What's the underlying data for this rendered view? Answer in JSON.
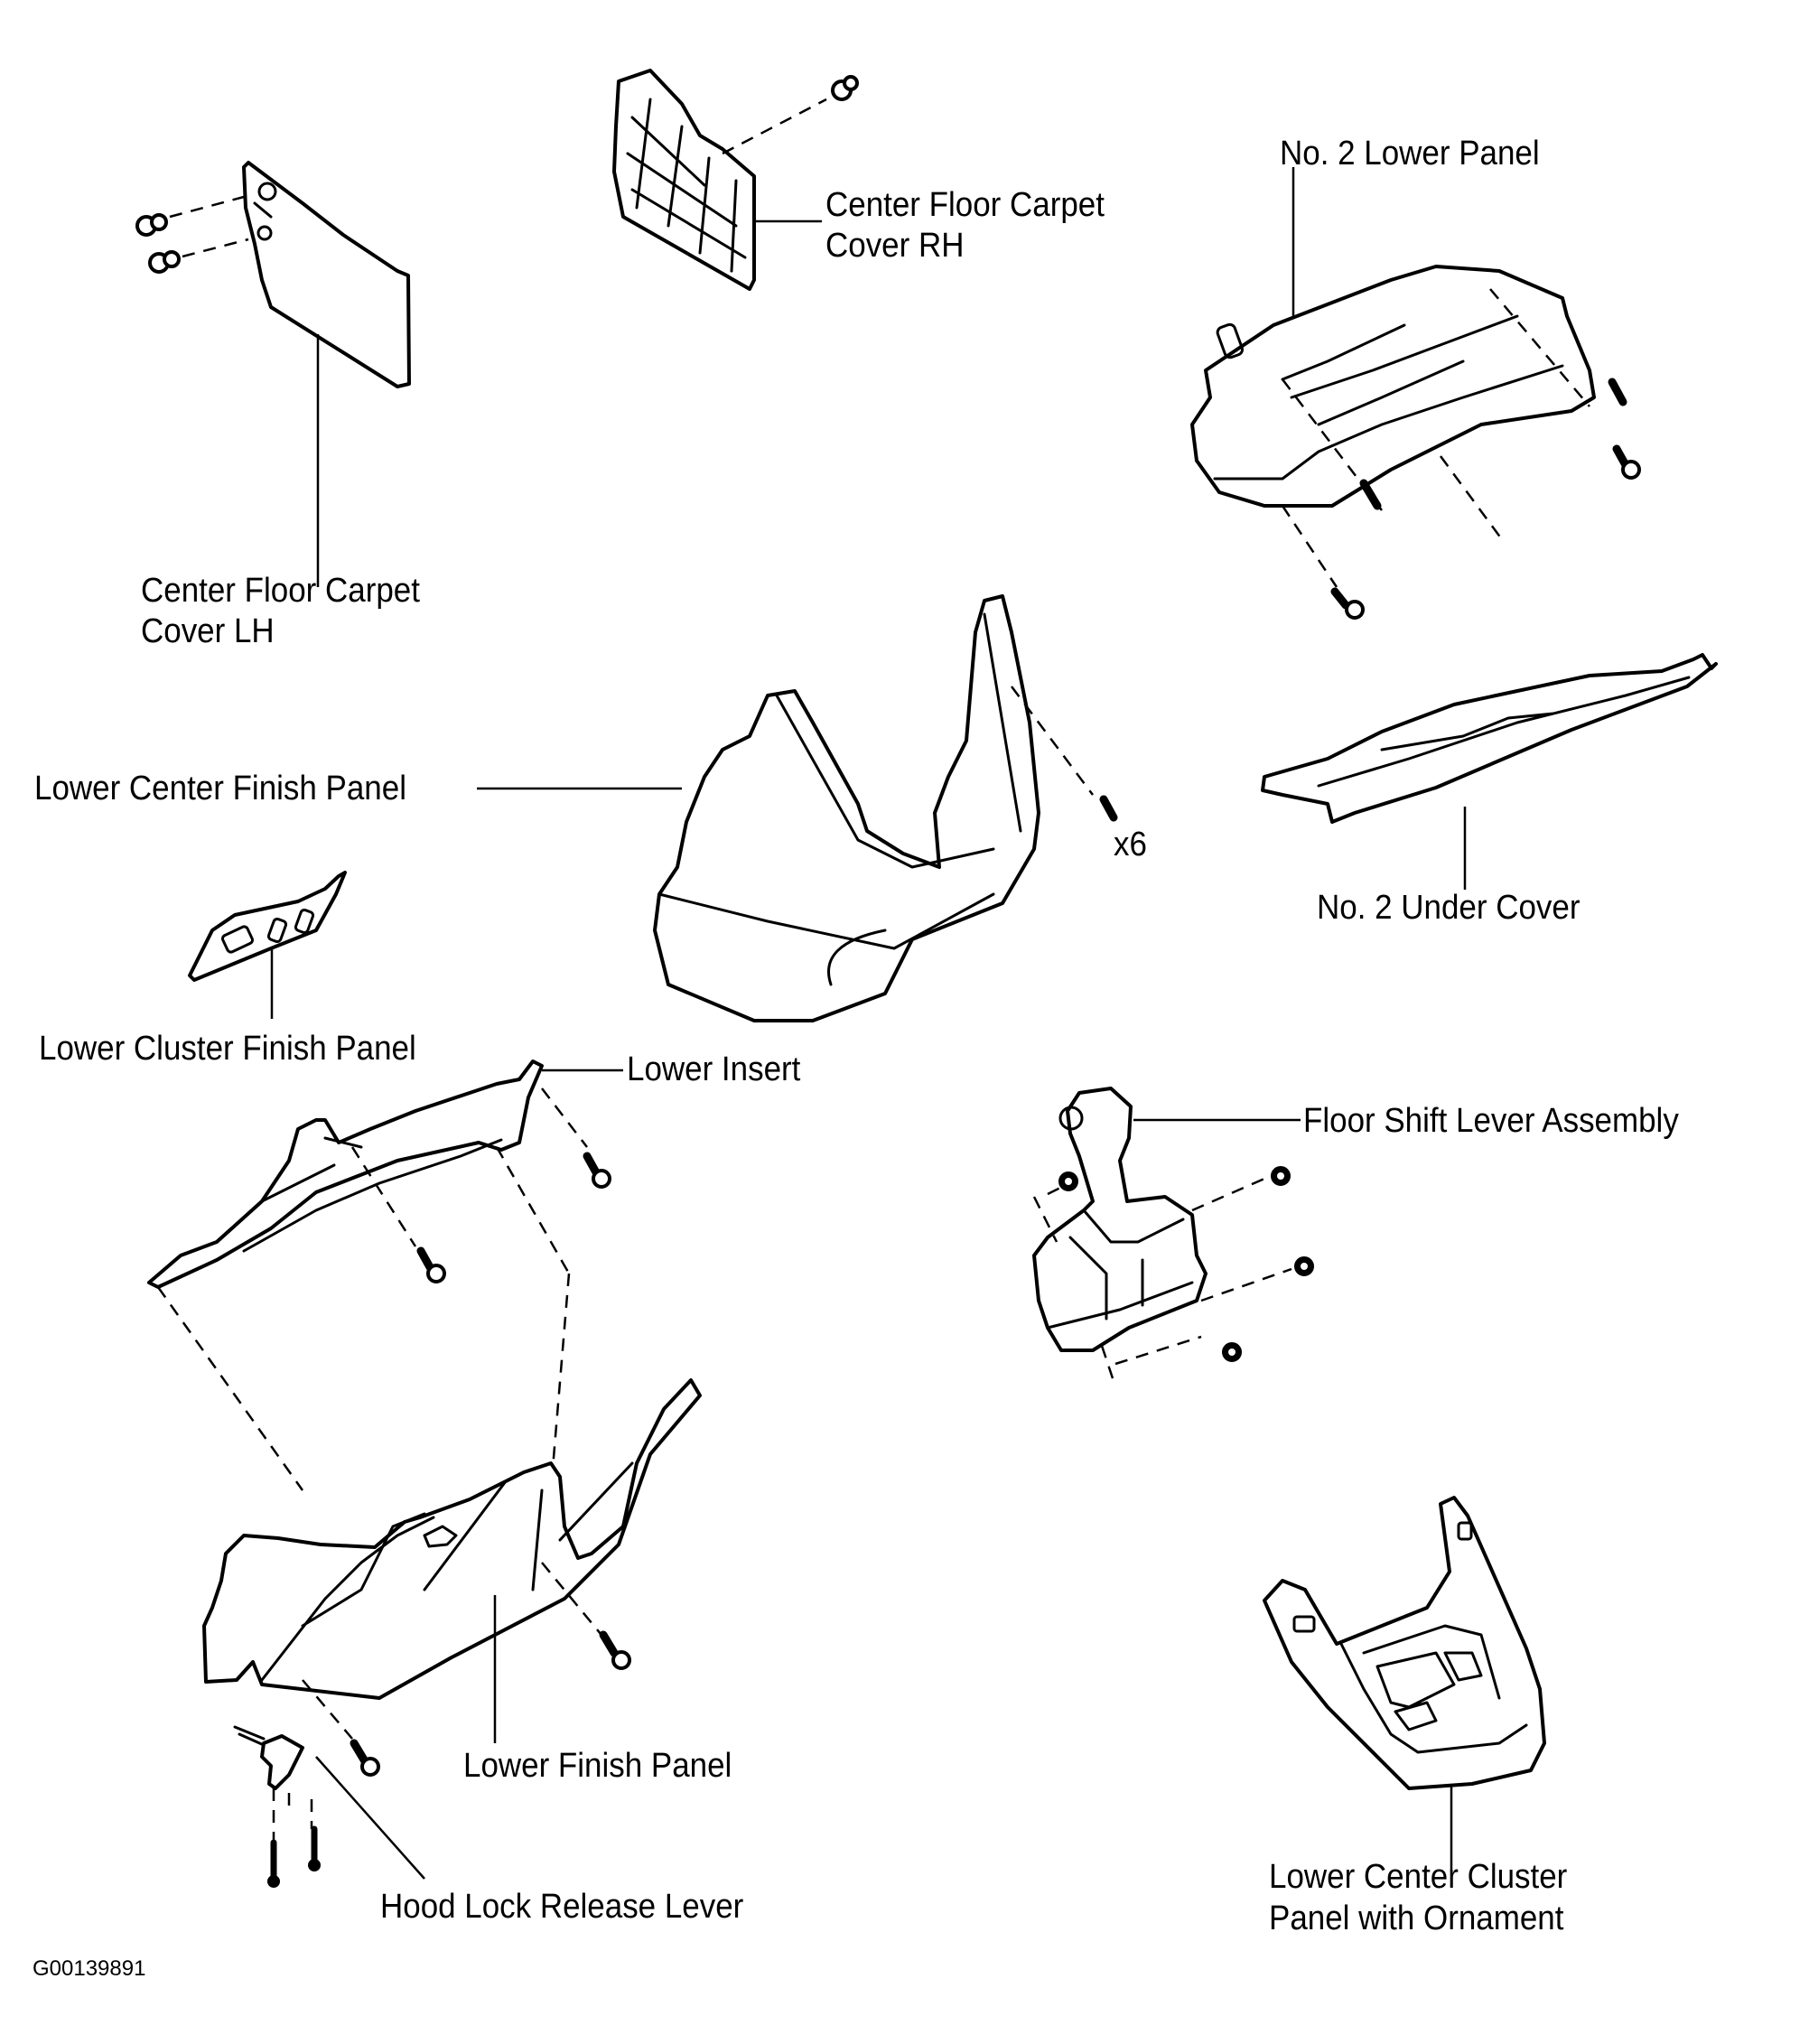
{
  "diagram": {
    "type": "exploded-parts-view",
    "figure_code": "G00139891",
    "colors": {
      "line": "#000000",
      "background": "#ffffff"
    },
    "parts": [
      {
        "id": "center-floor-carpet-cover-rh",
        "label_lines": [
          "Center Floor Carpet",
          "Cover RH"
        ],
        "fastener_count": 1
      },
      {
        "id": "no-2-lower-panel",
        "label_lines": [
          "No. 2 Lower Panel"
        ],
        "fastener_count": 4
      },
      {
        "id": "center-floor-carpet-cover-lh",
        "label_lines": [
          "Center Floor Carpet",
          "Cover LH"
        ],
        "fastener_count": 2
      },
      {
        "id": "lower-center-finish-panel",
        "label_lines": [
          "Lower Center Finish Panel"
        ],
        "fastener_note": "x6"
      },
      {
        "id": "no-2-under-cover",
        "label_lines": [
          "No. 2 Under Cover"
        ]
      },
      {
        "id": "lower-cluster-finish-panel",
        "label_lines": [
          "Lower Cluster Finish Panel"
        ]
      },
      {
        "id": "lower-insert",
        "label_lines": [
          "Lower Insert"
        ],
        "fastener_count": 2
      },
      {
        "id": "floor-shift-lever-assembly",
        "label_lines": [
          "Floor Shift Lever Assembly"
        ],
        "fastener_count": 4
      },
      {
        "id": "lower-finish-panel",
        "label_lines": [
          "Lower Finish Panel"
        ],
        "fastener_count": 2
      },
      {
        "id": "hood-lock-release-lever",
        "label_lines": [
          "Hood Lock Release Lever"
        ],
        "fastener_count": 2
      },
      {
        "id": "lower-center-cluster-panel",
        "label_lines": [
          "Lower Center Cluster",
          "Panel with Ornament"
        ]
      }
    ]
  }
}
